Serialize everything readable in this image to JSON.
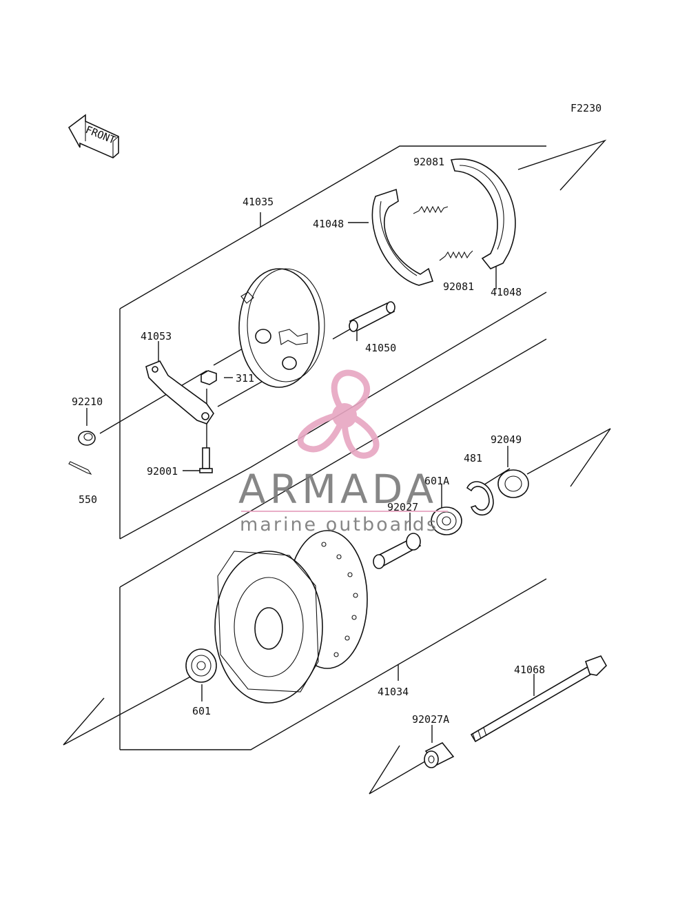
{
  "diagram": {
    "code": "F2230",
    "front_label": "FRONT",
    "parts": {
      "p41035": "41035",
      "p41048a": "41048",
      "p41048b": "41048",
      "p92081a": "92081",
      "p92081b": "92081",
      "p41053": "41053",
      "p41050": "41050",
      "p311": "311",
      "p92210": "92210",
      "p92001": "92001",
      "p550": "550",
      "p481": "481",
      "p92049": "92049",
      "p601A": "601A",
      "p92027": "92027",
      "p41034": "41034",
      "p601": "601",
      "p41068": "41068",
      "p92027A": "92027A"
    }
  },
  "watermark": {
    "brand": "ARMADA",
    "tagline": "marine outboards",
    "logo_color": "#e7a6c2"
  }
}
